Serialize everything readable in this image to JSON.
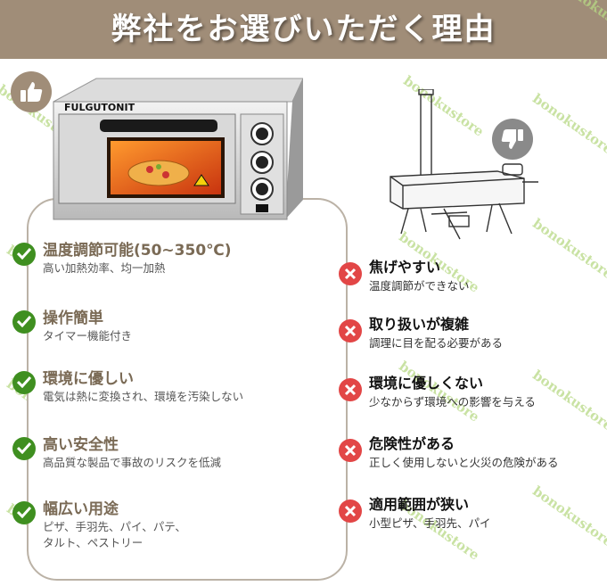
{
  "header": {
    "title": "弊社をお選びいただく理由"
  },
  "product": {
    "brand": "FULGUTONIT"
  },
  "watermark": "bonokustore",
  "colors": {
    "header_bg": "#a08d78",
    "good_icon": "#3f8f20",
    "bad_icon": "#e24646",
    "card_border": "#bbb2a6",
    "watermark": "#b7d985"
  },
  "icons": {
    "good_badge": "thumbs-up-icon",
    "bad_badge": "thumbs-down-icon",
    "pro_mark": "check-icon",
    "con_mark": "x-icon"
  },
  "pros": [
    {
      "title": "温度調節可能(50~350℃)",
      "desc": [
        "高い加熱効率、均一加熱"
      ]
    },
    {
      "title": "操作簡単",
      "desc": [
        "タイマー機能付き"
      ]
    },
    {
      "title": "環境に優しい",
      "desc": [
        "電気は熱に変換され、環境を汚染しない"
      ]
    },
    {
      "title": "高い安全性",
      "desc": [
        "高品質な製品で事故のリスクを低減"
      ]
    },
    {
      "title": "幅広い用途",
      "desc": [
        "ピザ、手羽先、パイ、パテ、",
        "タルト、ペストリー"
      ]
    }
  ],
  "cons": [
    {
      "title": "焦げやすい",
      "desc": "温度調節ができない"
    },
    {
      "title": "取り扱いが複雑",
      "desc": "調理に目を配る必要がある"
    },
    {
      "title": "環境に優しくない",
      "desc": "少なからず環境への影響を与える"
    },
    {
      "title": "危険性がある",
      "desc": "正しく使用しないと火災の危険がある"
    },
    {
      "title": "適用範囲が狭い",
      "desc": "小型ピザ、手羽先、パイ"
    }
  ]
}
